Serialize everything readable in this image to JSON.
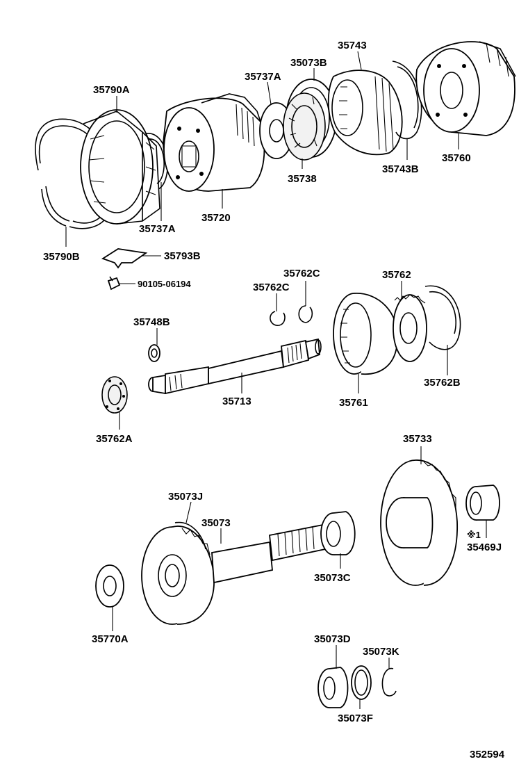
{
  "diagram_id": "352594",
  "note_mark": "※1",
  "labels": {
    "p35790A": "35790A",
    "p35790B": "35790B",
    "p35737A_top": "35737A",
    "p35737A_bottom": "35737A",
    "p35720": "35720",
    "p35073B": "35073B",
    "p35738": "35738",
    "p35743": "35743",
    "p35743B": "35743B",
    "p35760": "35760",
    "p35793B": "35793B",
    "p90105": "90105-06194",
    "p35762C_left": "35762C",
    "p35762C_right": "35762C",
    "p35762": "35762",
    "p35748B": "35748B",
    "p35762B": "35762B",
    "p35761": "35761",
    "p35713": "35713",
    "p35762A": "35762A",
    "p35733": "35733",
    "p35469J": "35469J",
    "p35073J": "35073J",
    "p35073": "35073",
    "p35073C": "35073C",
    "p35770A": "35770A",
    "p35073D": "35073D",
    "p35073K": "35073K",
    "p35073F": "35073F"
  }
}
